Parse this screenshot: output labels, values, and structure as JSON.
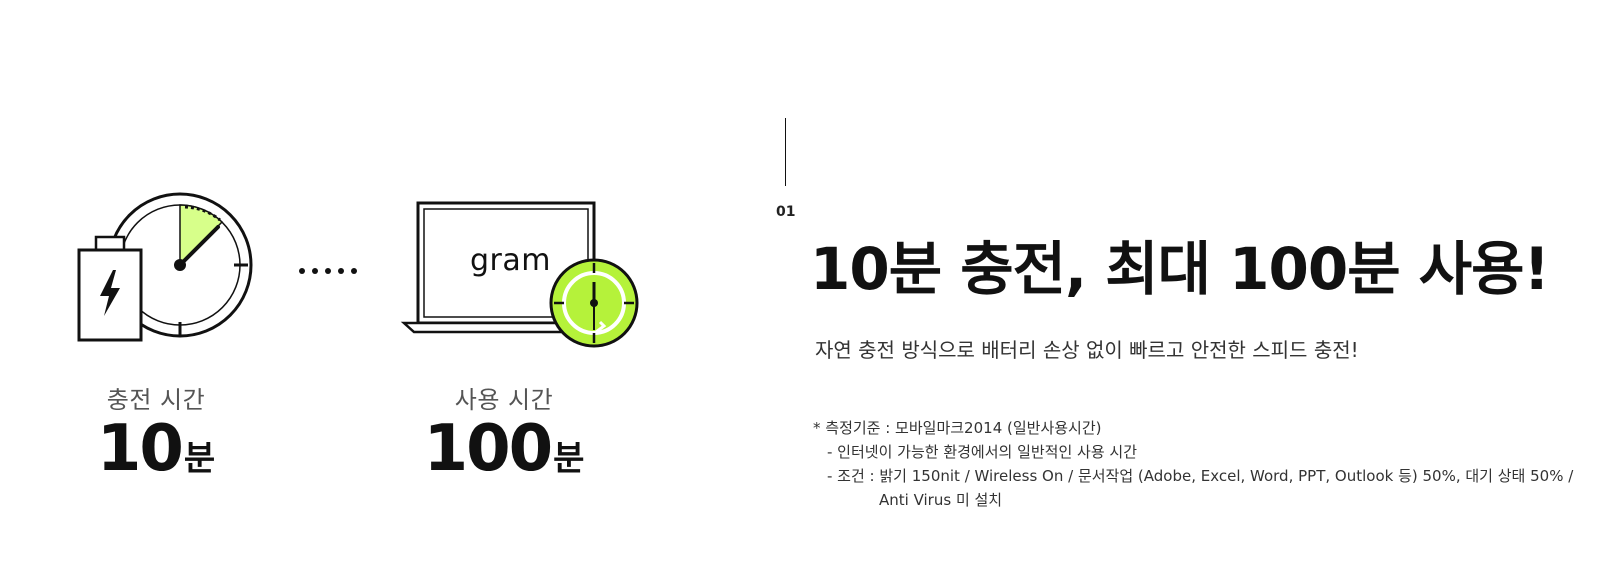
{
  "illustration": {
    "laptop_brand": "gram",
    "accent_color": "#b5f23a",
    "accent_light": "#d7ff8a",
    "dots": "....."
  },
  "charge": {
    "label": "충전 시간",
    "value": "10",
    "unit": "분"
  },
  "usage": {
    "label": "사용 시간",
    "value": "100",
    "unit": "분"
  },
  "feature": {
    "index": "01",
    "headline": "10분 충전, 최대 100분 사용!",
    "subline": "자연 충전 방식으로 배터리 손상 없이 빠르고 안전한 스피드 충전!"
  },
  "notes": {
    "line1": "* 측정기준 :  모바일마크2014 (일반사용시간)",
    "line2": "- 인터넷이 가능한 환경에서의 일반적인 사용 시간",
    "line3": "- 조건 : 밝기 150nit / Wireless On / 문서작업 (Adobe, Excel, Word, PPT, Outlook 등) 50%, 대기 상태 50% /",
    "line4": "Anti Virus 미 설치"
  }
}
